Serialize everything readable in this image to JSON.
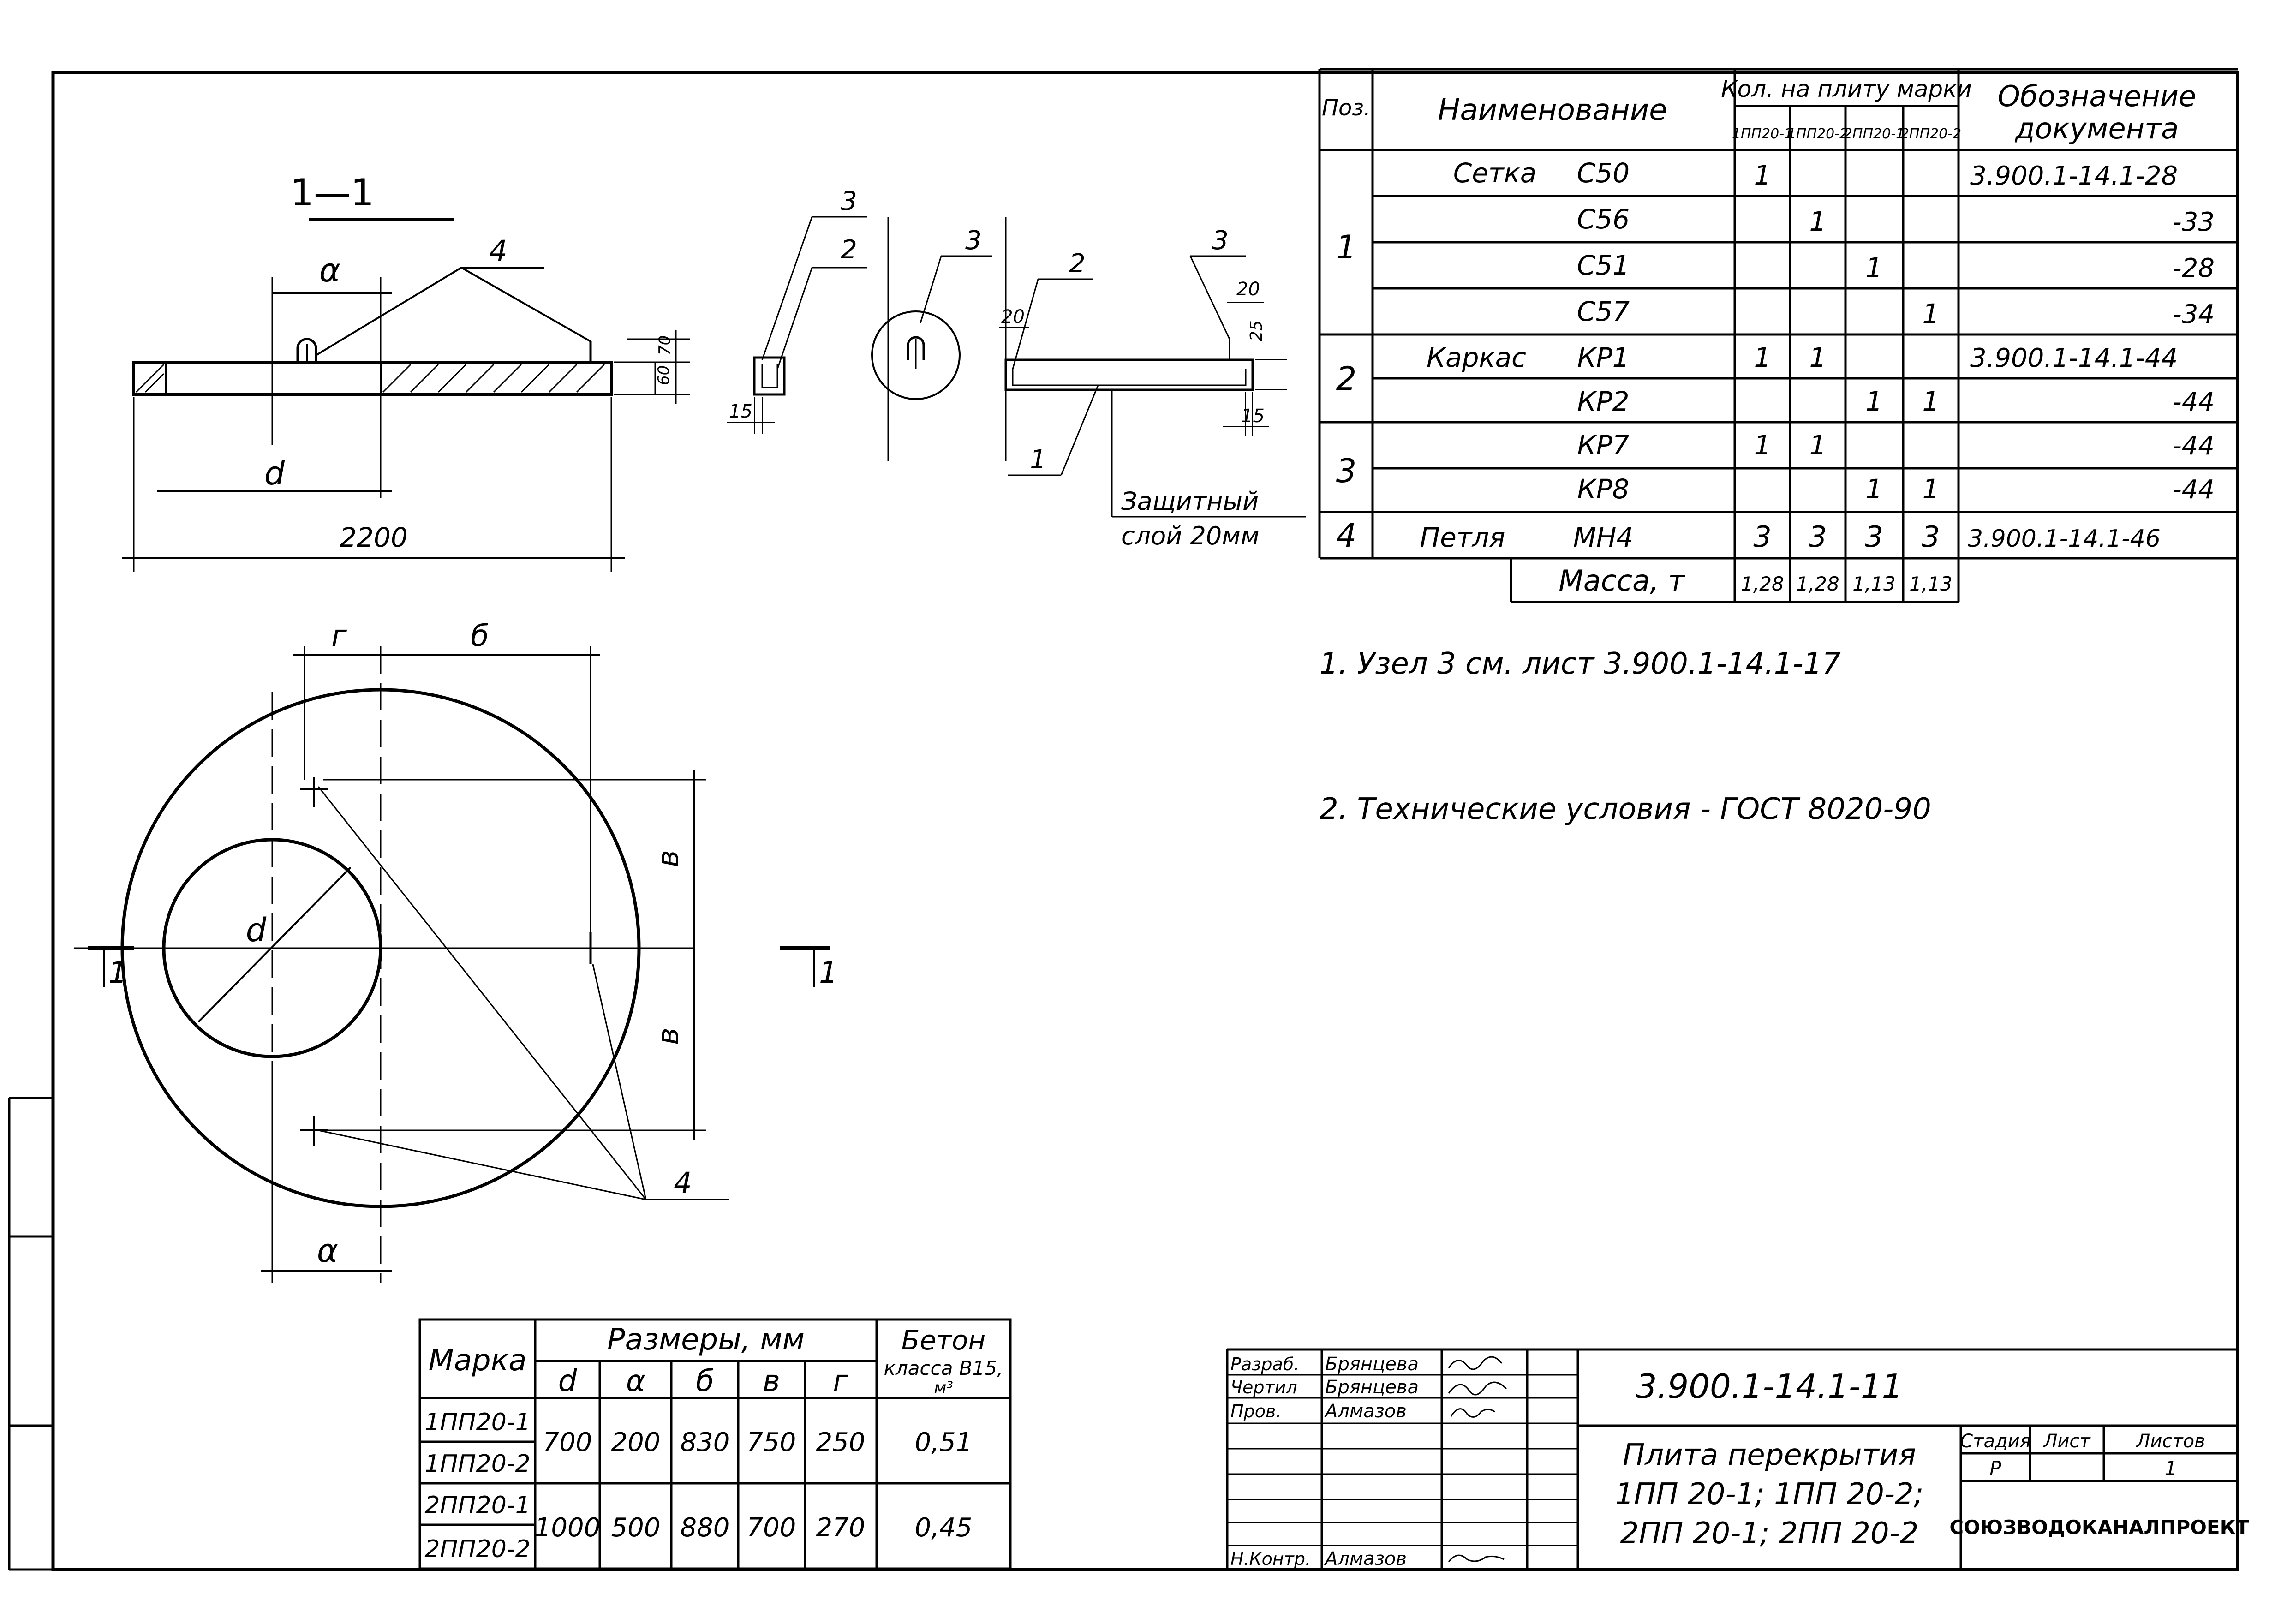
{
  "section_view": {
    "title": "1—1",
    "dim_a": "α",
    "dim_d": "d",
    "dim_total": "2200",
    "dim_60": "60",
    "dim_70": "70",
    "callout_4": "4"
  },
  "detail_view": {
    "callout_3a": "3",
    "callout_2a": "2",
    "callout_3b": "3",
    "callout_2b": "2",
    "callout_3c": "3",
    "callout_1": "1",
    "dim_20a": "20",
    "dim_20b": "20",
    "dim_25": "25",
    "dim_15a": "15",
    "dim_15b": "15",
    "protective_line1": "Защитный",
    "protective_line2": "слой 20мм"
  },
  "plan_view": {
    "dim_g": "г",
    "dim_b": "б",
    "dim_v1": "в",
    "dim_v2": "в",
    "dim_d": "d",
    "dim_a": "α",
    "section_mark_left": "1",
    "section_mark_right": "1",
    "callout_4": "4"
  },
  "spec_table": {
    "headers": {
      "pos": "Поз.",
      "name": "Наименование",
      "qty": "Кол. на плиту марки",
      "designation_line1": "Обозначение",
      "designation_line2": "документа"
    },
    "marks": [
      "1ПП20-1",
      "1ПП20-2",
      "2ПП20-1",
      "2ПП20-2"
    ],
    "rows": [
      {
        "pos": "",
        "name": "Сетка",
        "code": "С50",
        "q": [
          "1",
          "",
          "",
          ""
        ],
        "doc": "3.900.1-14.1-28"
      },
      {
        "pos": "1",
        "name": "",
        "code": "С56",
        "q": [
          "",
          "1",
          "",
          ""
        ],
        "doc": "-33"
      },
      {
        "pos": "",
        "name": "",
        "code": "С51",
        "q": [
          "",
          "",
          "1",
          ""
        ],
        "doc": "-28"
      },
      {
        "pos": "",
        "name": "",
        "code": "С57",
        "q": [
          "",
          "",
          "",
          "1"
        ],
        "doc": "-34"
      },
      {
        "pos": "",
        "name": "Каркас",
        "code": "КР1",
        "q": [
          "1",
          "1",
          "",
          ""
        ],
        "doc": "3.900.1-14.1-44"
      },
      {
        "pos": "2",
        "name": "",
        "code": "КР2",
        "q": [
          "",
          "",
          "1",
          "1"
        ],
        "doc": "-44"
      },
      {
        "pos": "",
        "name": "",
        "code": "КР7",
        "q": [
          "1",
          "1",
          "",
          ""
        ],
        "doc": "-44"
      },
      {
        "pos": "3",
        "name": "",
        "code": "КР8",
        "q": [
          "",
          "",
          "1",
          "1"
        ],
        "doc": "-44"
      },
      {
        "pos": "4",
        "name": "Петля",
        "code": "МН4",
        "q": [
          "3",
          "3",
          "3",
          "3"
        ],
        "doc": "3.900.1-14.1-46"
      }
    ],
    "mass_label": "Масса, т",
    "mass": [
      "1,28",
      "1,28",
      "1,13",
      "1,13"
    ]
  },
  "notes": {
    "note1": "1. Узел 3 см. лист 3.900.1-14.1-17",
    "note2": "2. Технические условия - ГОСТ 8020-90"
  },
  "dims_table": {
    "h_mark": "Марка",
    "h_sizes": "Размеры, мм",
    "h_concrete_l1": "Бетон",
    "h_concrete_l2": "класса В15,",
    "h_concrete_l3": "м³",
    "sub": [
      "d",
      "α",
      "б",
      "в",
      "г"
    ],
    "marks": [
      "1ПП20-1",
      "1ПП20-2",
      "2ПП20-1",
      "2ПП20-2"
    ],
    "groups": [
      {
        "d": "700",
        "a": "200",
        "b": "830",
        "v": "750",
        "g": "250",
        "concrete": "0,51"
      },
      {
        "d": "1000",
        "a": "500",
        "b": "880",
        "v": "700",
        "g": "270",
        "concrete": "0,45"
      }
    ]
  },
  "title_block": {
    "roles": [
      "Разраб.",
      "Чертил",
      "Пров.",
      "Н.Контр."
    ],
    "names": [
      "Брянцева",
      "Брянцева",
      "Алмазов",
      "Алмазов"
    ],
    "code": "3.900.1-14.1-11",
    "title_l1": "Плита перекрытия",
    "title_l2": "1ПП 20-1; 1ПП 20-2;",
    "title_l3": "2ПП 20-1; 2ПП 20-2",
    "stage_h": "Стадия",
    "sheet_h": "Лист",
    "sheets_h": "Листов",
    "stage": "Р",
    "sheets": "1",
    "org": "СОЮЗВОДОКАНАЛПРОЕКТ"
  }
}
